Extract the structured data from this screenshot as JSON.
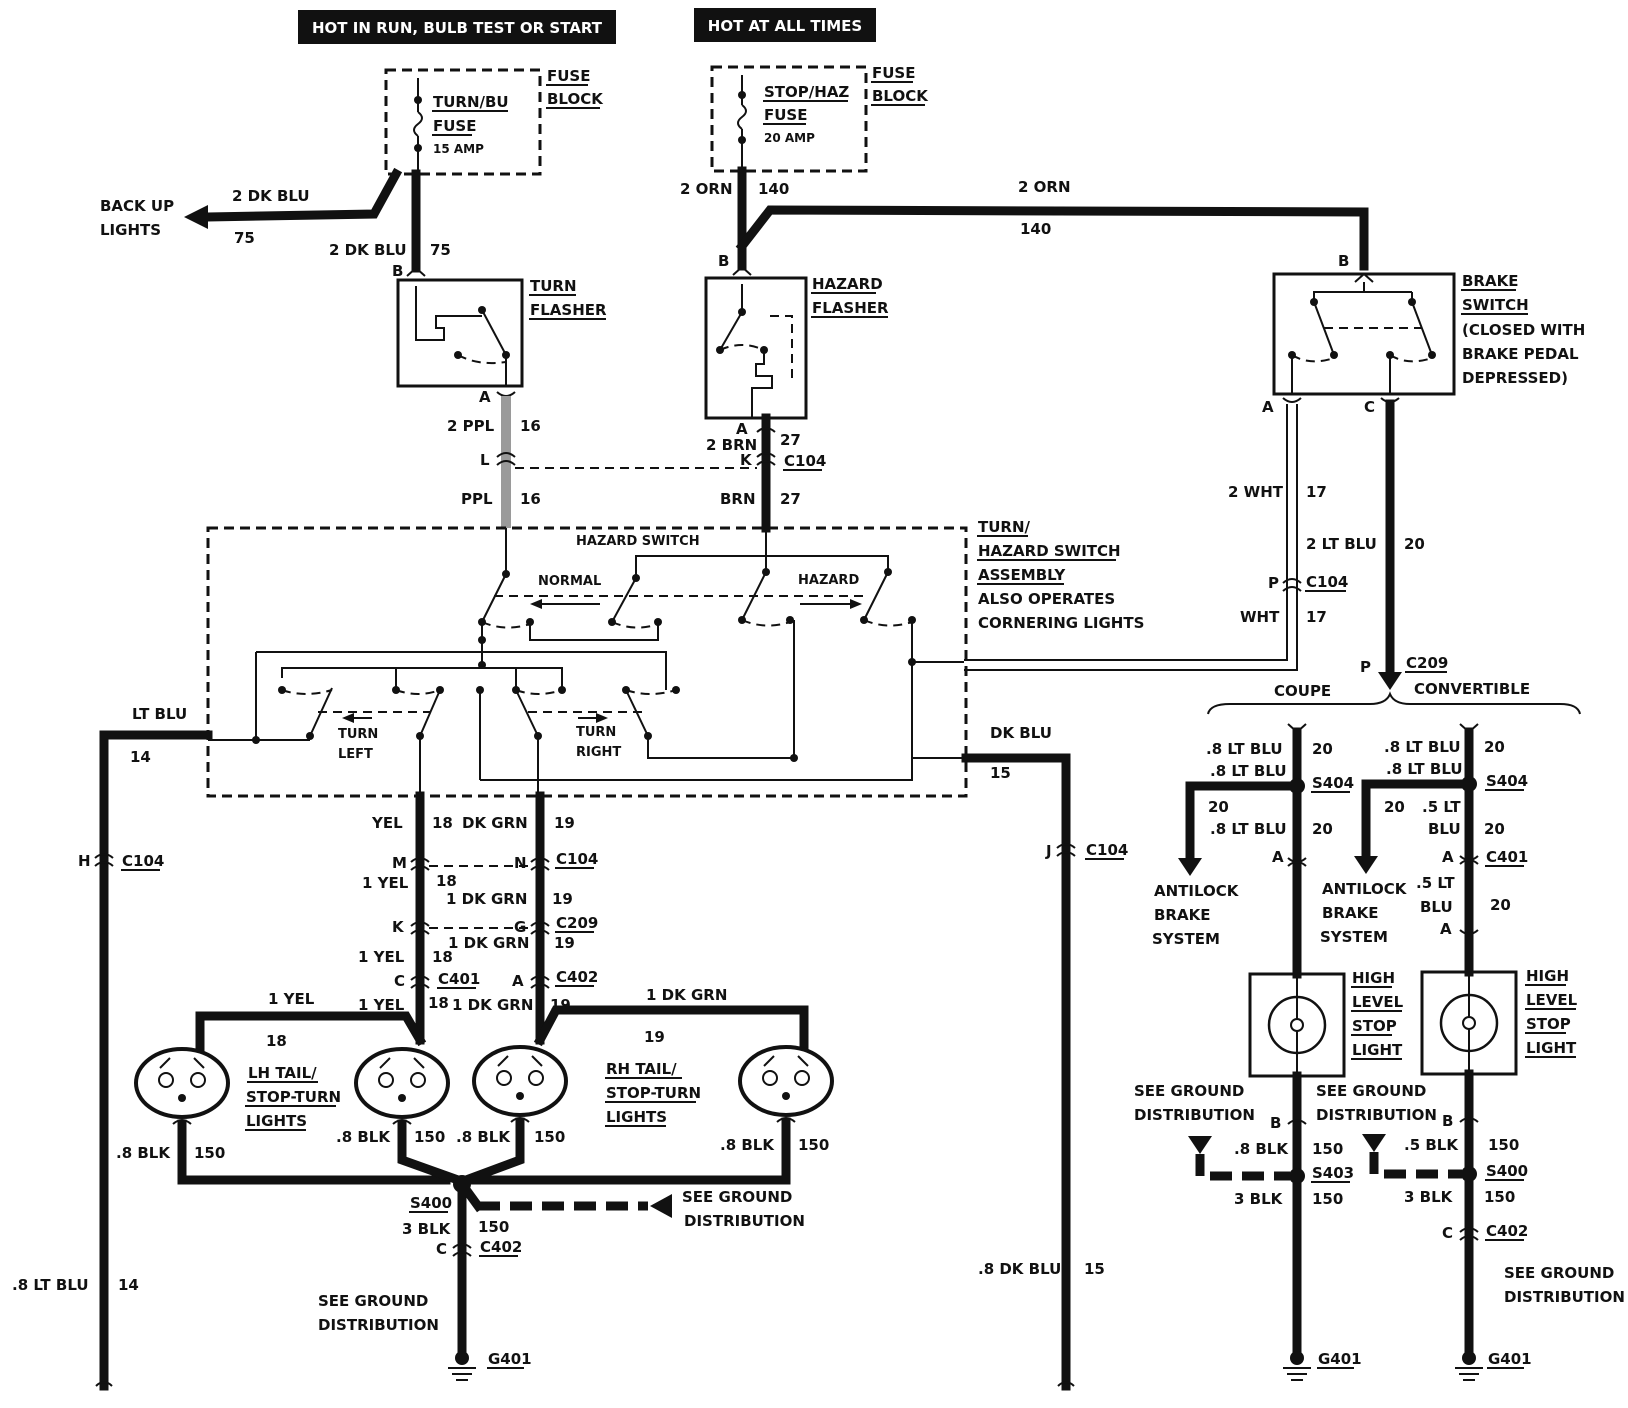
{
  "headers": {
    "run_bulb_start": "HOT IN RUN, BULB TEST OR START",
    "all_times": "HOT AT ALL TIMES"
  },
  "fuse_block_left": {
    "title1": "FUSE",
    "title2": "BLOCK",
    "name1": "TURN/BU",
    "name2": "FUSE",
    "rating": "15 AMP"
  },
  "fuse_block_right": {
    "title1": "FUSE",
    "title2": "BLOCK",
    "name1": "STOP/HAZ",
    "name2": "FUSE",
    "rating": "20 AMP"
  },
  "backup": {
    "line1": "BACK UP",
    "line2": "LIGHTS",
    "wire": "2 DK BLU",
    "circuit": "75"
  },
  "turn_flasher": {
    "line1": "TURN",
    "line2": "FLASHER",
    "pin_in": "B",
    "pin_out": "A",
    "wire_in": "2 DK BLU",
    "circuit_in": "75",
    "wire_out": "2 PPL",
    "circuit_out": "16"
  },
  "hazard_flasher": {
    "line1": "HAZARD",
    "line2": "FLASHER",
    "pin_in": "B",
    "pin_out": "A",
    "wire_in": "2 ORN",
    "circuit_in": "140",
    "wire_out": "2 BRN",
    "circuit_out": "27"
  },
  "brake_feed": {
    "wire": "2 ORN",
    "circuit": "140"
  },
  "brake_switch": {
    "line1": "BRAKE",
    "line2": "SWITCH",
    "line3": "(CLOSED WITH",
    "line4": "BRAKE PEDAL",
    "line5": "DEPRESSED)",
    "pin_in": "B",
    "pin_a": "A",
    "pin_c": "C"
  },
  "c104_top": {
    "pin_l": "L",
    "pin_k": "K",
    "name": "C104",
    "ppl": "PPL",
    "ppl_circuit": "16",
    "brn": "BRN",
    "brn_circuit": "27"
  },
  "turn_hazard_switch": {
    "hazard_switch": "HAZARD SWITCH",
    "normal": "NORMAL",
    "hazard": "HAZARD",
    "turn_left1": "TURN",
    "turn_left2": "LEFT",
    "turn_right1": "TURN",
    "turn_right2": "RIGHT",
    "title1": "TURN/",
    "title2": "HAZARD SWITCH",
    "title3": "ASSEMBLY",
    "title4": "ALSO OPERATES",
    "title5": "CORNERING LIGHTS"
  },
  "brake_a_wire": {
    "wire1": "2 WHT",
    "circuit1": "17",
    "pin": "P",
    "connector": "C104",
    "wire2": "WHT",
    "circuit2": "17"
  },
  "brake_c_wire": {
    "wire": "2 LT BLU",
    "circuit": "20",
    "pin": "P",
    "connector": "C209",
    "coupe": "COUPE",
    "convertible": "CONVERTIBLE"
  },
  "left_feed": {
    "wire": "LT BLU",
    "circuit": "14",
    "pin": "H",
    "connector": "C104",
    "wire_low": ".8 LT BLU",
    "circuit_low": "14"
  },
  "right_feed": {
    "wire": "DK BLU",
    "circuit": "15",
    "pin": "J",
    "connector": "C104",
    "wire_low": ".8 DK BLU",
    "circuit_low": "15"
  },
  "yel_path": {
    "w1": "YEL",
    "c1": "18",
    "pin1": "M",
    "w2": "1 YEL",
    "c2": "18",
    "pin2": "K",
    "w3": "1 YEL",
    "c3": "18",
    "pin3": "C",
    "conn3": "C401",
    "w4": "1 YEL",
    "c4": "18",
    "w_lamp": "1 YEL",
    "c_lamp": "18"
  },
  "grn_path": {
    "w1": "DK GRN",
    "c1": "19",
    "pin1": "N",
    "conn1": "C104",
    "w2": "1 DK GRN",
    "c2": "19",
    "pin2": "G",
    "conn2": "C209",
    "w3": "1 DK GRN",
    "c3": "19",
    "pin3": "A",
    "conn3": "C402",
    "w4": "1 DK GRN",
    "c4": "19",
    "w_lamp": "1 DK GRN",
    "c_lamp": "19"
  },
  "lh_lights": {
    "line1": "LH TAIL/",
    "line2": "STOP-TURN",
    "line3": "LIGHTS"
  },
  "rh_lights": {
    "line1": "RH TAIL/",
    "line2": "STOP-TURN",
    "line3": "LIGHTS"
  },
  "lamp_grounds": {
    "g1_wire": ".8 BLK",
    "g1_circuit": "150",
    "g2_wire": ".8 BLK",
    "g2_circuit": "150",
    "g3_wire": ".8 BLK",
    "g3_circuit": "150",
    "g4_wire": ".8 BLK",
    "g4_circuit": "150"
  },
  "main_ground": {
    "splice": "S400",
    "wire": "3 BLK",
    "circuit": "150",
    "pin": "C",
    "connector": "C402",
    "see1": "SEE GROUND",
    "see2": "DISTRIBUTION",
    "see_low1": "SEE GROUND",
    "see_low2": "DISTRIBUTION",
    "ground": "G401"
  },
  "coupe": {
    "w1": ".8 LT BLU",
    "c1": "20",
    "w2": ".8 LT BLU",
    "splice": "S404",
    "abs_circuit": "20",
    "w3": ".8 LT BLU",
    "c3": "20",
    "pin": "A",
    "abs1": "ANTILOCK",
    "abs2": "BRAKE",
    "abs3": "SYSTEM",
    "lamp1": "HIGH",
    "lamp2": "LEVEL",
    "lamp3": "STOP",
    "lamp4": "LIGHT",
    "see1": "SEE GROUND",
    "see2": "DISTRIBUTION",
    "pin_b": "B",
    "gw": ".8 BLK",
    "gc": "150",
    "gsplice": "S403",
    "bw": "3 BLK",
    "bc": "150",
    "ground": "G401"
  },
  "convertible": {
    "w1": ".8 LT BLU",
    "c1": "20",
    "w2": ".8 LT BLU",
    "splice": "S404",
    "abs_circuit": "20",
    "w3a": ".5 LT",
    "w3b": "BLU",
    "c3": "20",
    "pin1": "A",
    "conn1": "C401",
    "w4a": ".5 LT",
    "w4b": "BLU",
    "c4": "20",
    "pin2": "A",
    "abs1": "ANTILOCK",
    "abs2": "BRAKE",
    "abs3": "SYSTEM",
    "lamp1": "HIGH",
    "lamp2": "LEVEL",
    "lamp3": "STOP",
    "lamp4": "LIGHT",
    "pin_b": "B",
    "gw": ".5 BLK",
    "gc": "150",
    "gsplice": "S400",
    "bw": "3 BLK",
    "bc": "150",
    "pin_c": "C",
    "conn_c": "C402",
    "see1": "SEE GROUND",
    "see2": "DISTRIBUTION",
    "ground": "G401"
  }
}
